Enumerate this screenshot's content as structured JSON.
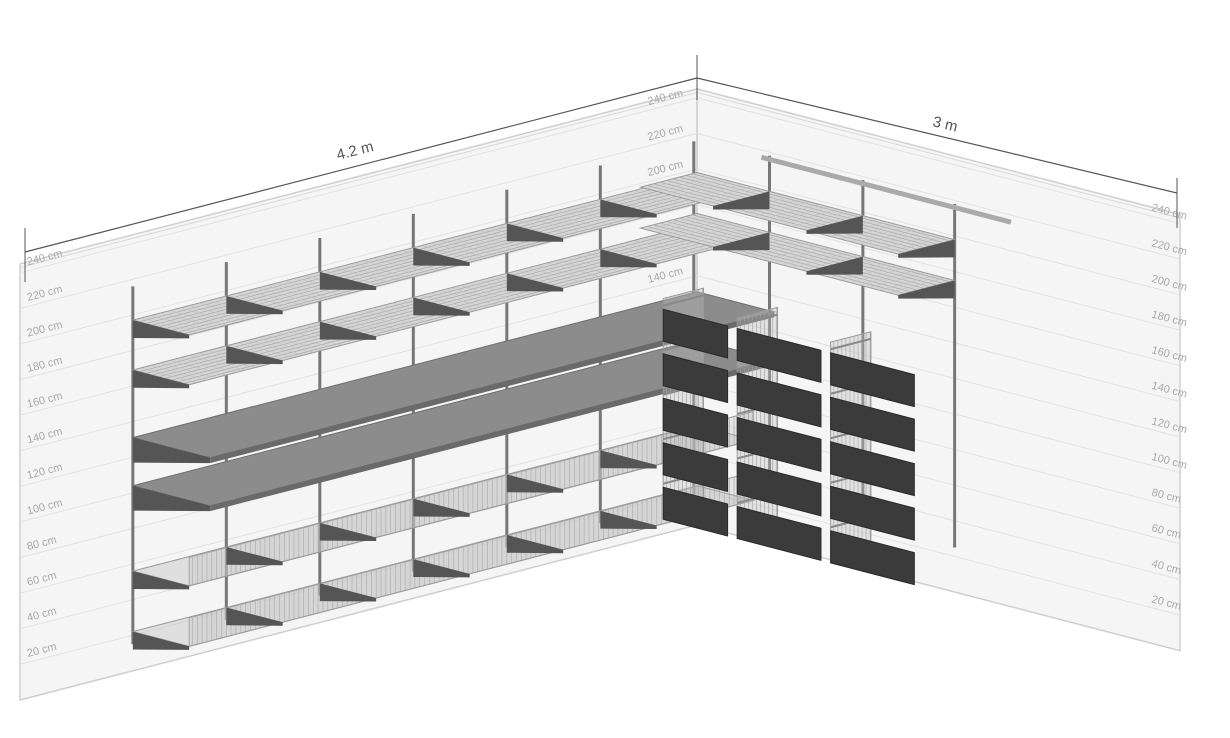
{
  "dimensions": {
    "left_wall_width": "4.2 m",
    "right_wall_width": "3 m"
  },
  "height_labels": [
    "20 cm",
    "40 cm",
    "60 cm",
    "80 cm",
    "100 cm",
    "120 cm",
    "140 cm",
    "160 cm",
    "180 cm",
    "200 cm",
    "220 cm",
    "240 cm"
  ],
  "corner_labels": [
    "240 cm",
    "220 cm",
    "200 cm",
    "180 cm",
    "160 cm",
    "140 cm"
  ],
  "colors": {
    "wall": "#f5f5f5",
    "wall_edge": "#cfcfcf",
    "grid_line": "#e2e2e2",
    "wire": "#9a9a9a",
    "bracket": "#555555",
    "solid_shelf": "#8c8c8c",
    "basket_front": "#3b3b3b"
  }
}
